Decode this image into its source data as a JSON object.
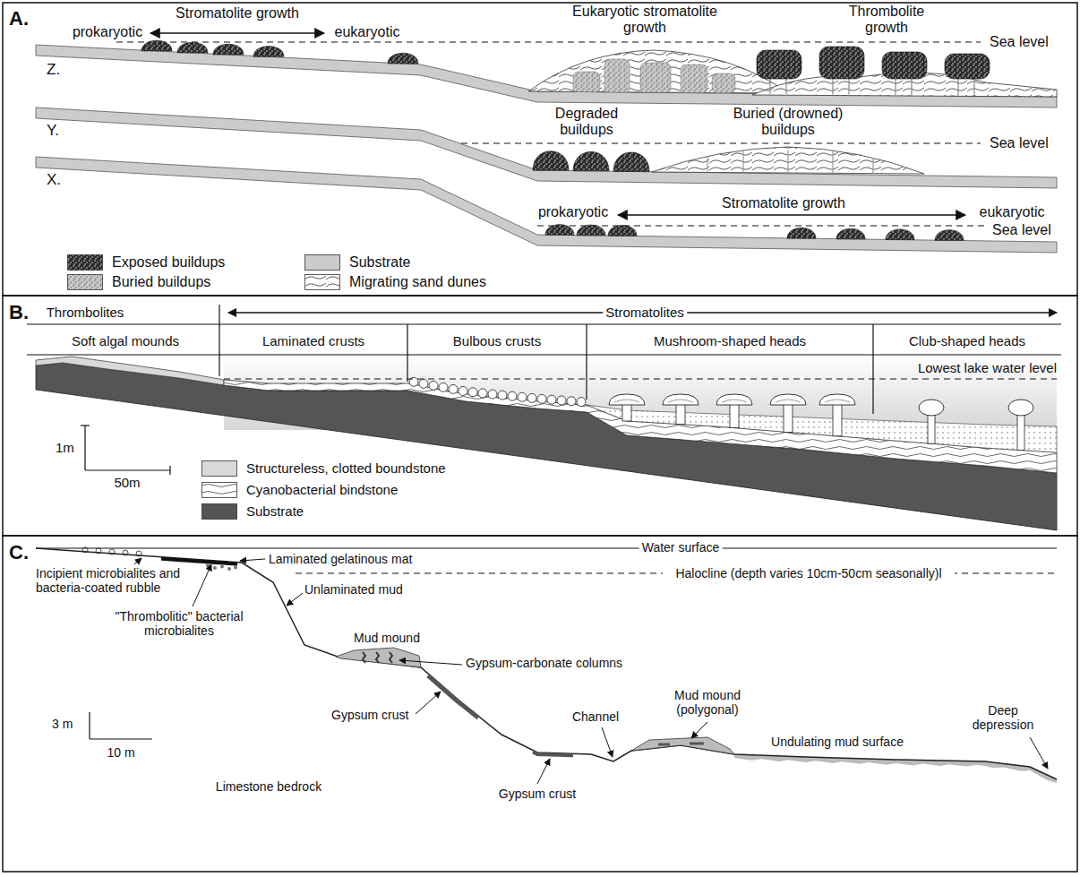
{
  "diagram": {
    "labels": [
      "A.",
      "Stromatolite growth",
      "prokaryotic",
      "eukaryotic",
      "Eukaryotic stromatolite growth",
      "Thrombolite growth",
      "Sea level",
      "Z.",
      "Degraded buildups",
      "Buried (drowned) buildups",
      "Sea level",
      "Y.",
      "X.",
      "prokaryotic",
      "Stromatolite growth",
      "eukaryotic",
      "Sea level",
      "B.",
      "Thrombolites",
      "Stromatolites",
      "Soft algal mounds",
      "Laminated crusts",
      "Bulbous crusts",
      "Mushroom-shaped heads",
      "Club-shaped heads",
      "Lowest lake water level",
      "1m",
      "50m",
      "C.",
      "Water surface",
      "Laminated gelatinous mat",
      "Incipient microbialites and bacteria-coated rubble",
      "Unlaminated mud",
      "Halocline (depth varies 10cm-50cm seasonally)l",
      "\"Thrombolitic\" bacterial microbialites",
      "Mud mound",
      "Gypsum-carbonate columns",
      "Gypsum crust",
      "3 m",
      "10 m",
      "Limestone bedrock",
      "Gypsum crust",
      "Channel",
      "Mud mound (polygonal)",
      "Undulating mud surface",
      "Deep depression"
    ],
    "legend": [
      {
        "text": "Exposed buildups"
      },
      {
        "text": "Substrate",
        "color": "#cccccc"
      },
      {
        "text": "Buried buildups"
      },
      {
        "text": "Migrating sand dunes"
      },
      {
        "text": "Structureless, clotted boundstone",
        "color": "#d9d9d9"
      },
      {
        "text": "Cyanobacterial bindstone"
      },
      {
        "text": "Substrate",
        "color": "#555555"
      }
    ]
  }
}
